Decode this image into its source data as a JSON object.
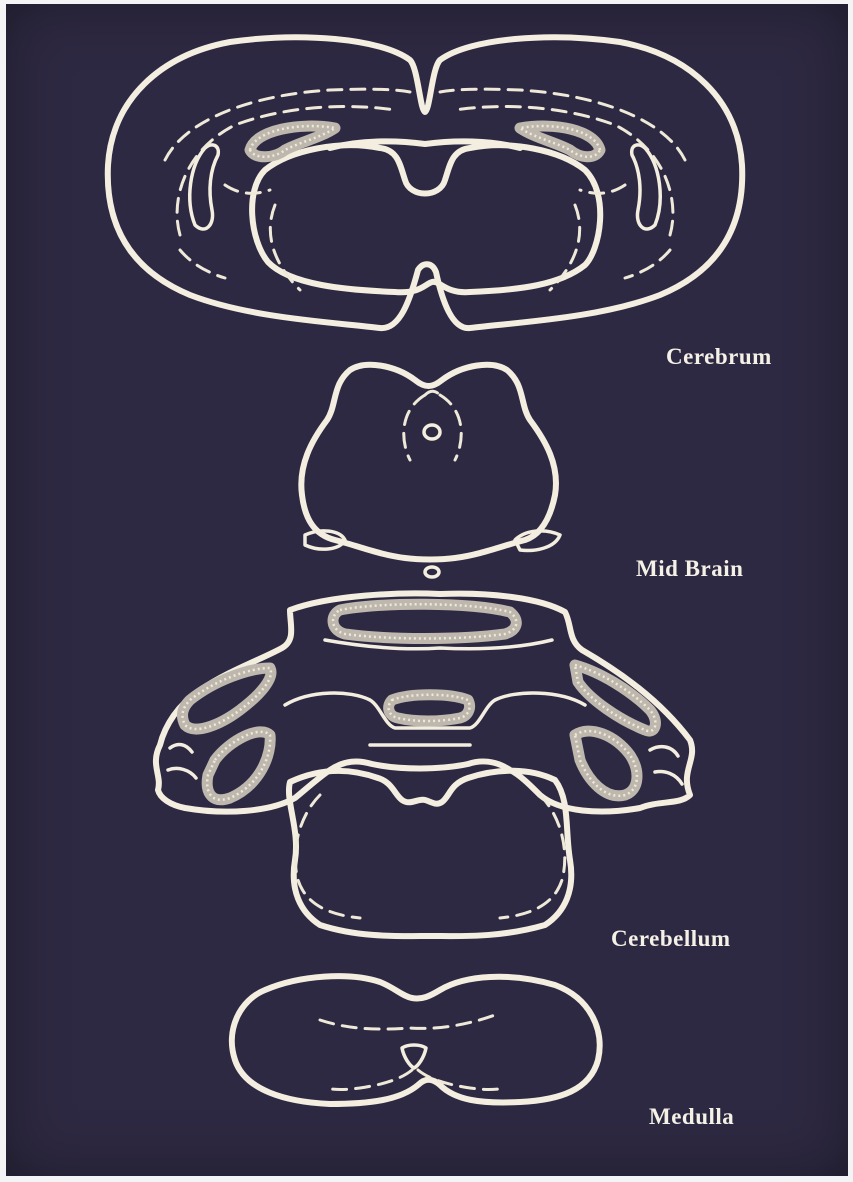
{
  "sections": [
    {
      "id": "cerebrum",
      "label": "Cerebrum"
    },
    {
      "id": "midbrain",
      "label": "Mid Brain"
    },
    {
      "id": "cerebellum",
      "label": "Cerebellum"
    },
    {
      "id": "medulla",
      "label": "Medulla"
    }
  ],
  "colors": {
    "background": "#2e2942",
    "outline": "#f3eee0",
    "stipple": "#bdb7ad"
  }
}
